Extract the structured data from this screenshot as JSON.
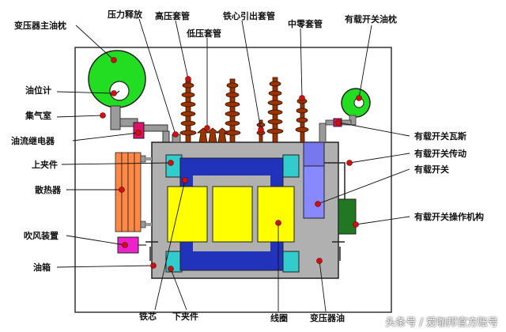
{
  "labels": {
    "main_conservator": "变压器主油枕",
    "pressure_relief": "压力释放",
    "hv_bushing": "高压套管",
    "lv_bushing": "低压套管",
    "core_bushing": "铁心引出套管",
    "neutral_bushing": "中零套管",
    "oltc_conservator": "有载开关油枕",
    "oil_gauge": "油位计",
    "gas_chamber": "集气室",
    "oil_relay": "油流继电器",
    "upper_clamp": "上夹件",
    "radiator": "散热器",
    "fan": "吹风装置",
    "tank": "油箱",
    "core": "铁芯",
    "lower_clamp": "下夹件",
    "coil": "线圈",
    "transformer_oil": "变压器油",
    "oltc_gas_relay": "有载开关瓦斯",
    "oltc_drive": "有载开关传动",
    "oltc_switch": "有载开关",
    "oltc_mechanism": "有载开关操作机构"
  },
  "watermark": "头条号 / 爱咖邦官方账号",
  "colors": {
    "conservator": "#22dd22",
    "coil": "#ffff00",
    "core": "#2233bb",
    "clamp": "#33cccc",
    "oil": "#b0b0b0",
    "radiator": "#ff8844",
    "oltc": "#8888ff",
    "mechanism": "#227722",
    "bushing": "#993300",
    "relay": "#dd1166",
    "fan": "#ee22cc",
    "marker": "#cc1111"
  }
}
